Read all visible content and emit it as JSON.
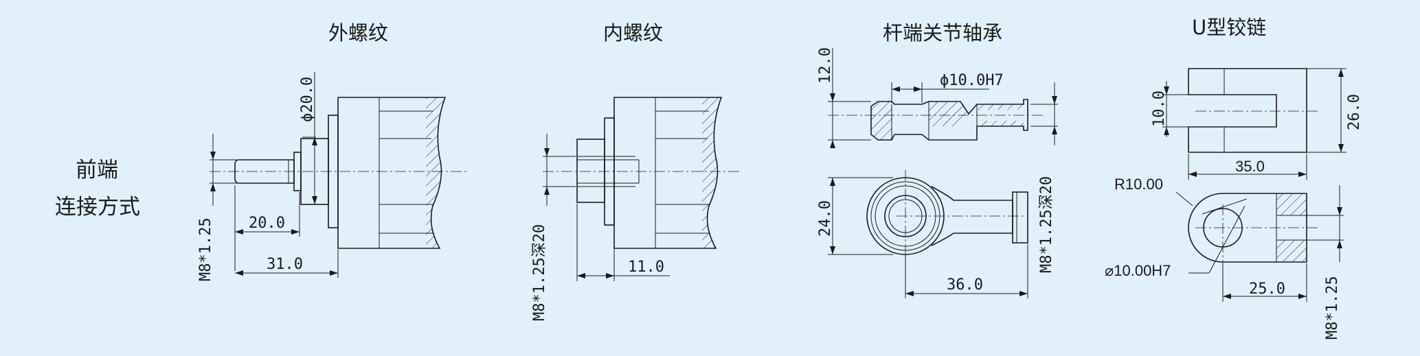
{
  "side_label": {
    "line1": "前端",
    "line2": "连接方式"
  },
  "titles": {
    "external": "外螺纹",
    "internal": "内螺纹",
    "rod_end": "杆端关节轴承",
    "u_hinge": "U型铰链"
  },
  "external": {
    "dia": "ϕ20.0",
    "thread": "M8*1.25",
    "len_short": "20.0",
    "len_long": "31.0"
  },
  "internal": {
    "thread": "M8*1.25深20",
    "len": "11.0"
  },
  "rod_end": {
    "height_top": "12.0",
    "bore": "ϕ10.0H7",
    "width": "24.0",
    "length": "36.0",
    "thread": "M8*1.25深20"
  },
  "u_hinge": {
    "slot": "10.0",
    "height": "26.0",
    "width": "35.0",
    "radius": "R10.00",
    "bore": "⌀10.00H7",
    "length": "25.0",
    "thread": "M8*1.25"
  }
}
